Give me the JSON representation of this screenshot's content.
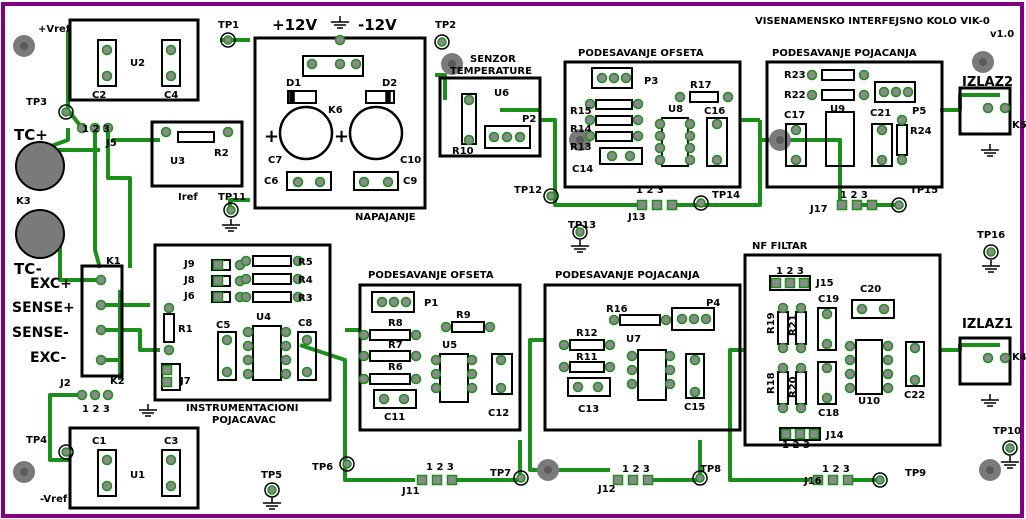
{
  "board": {
    "title": "VISENAMENSKO INTERFEJSNO KOLO VIK-0",
    "version": "v1.0",
    "colors": {
      "board": "#ffffff",
      "edge": "#800080",
      "trace": "#1a8f1a",
      "silk": "#000000",
      "pad": "#808080",
      "hole": "#555555"
    }
  },
  "blocks": {
    "napajanje": {
      "title": "NAPAJANJE",
      "plus": "+12V",
      "minus": "-12V"
    },
    "senzor": {
      "title1": "SENZOR",
      "title2": "TEMPERATURE"
    },
    "ofset_top": {
      "title": "PODESAVANJE OFSETA"
    },
    "pojacanje_top": {
      "title": "PODESAVANJE POJACANJA"
    },
    "instrumentacioni": {
      "title1": "INSTRUMENTACIONI",
      "title2": "POJACAVAC"
    },
    "ofset_bottom": {
      "title": "PODESAVANJE OFSETA"
    },
    "pojacanje_bottom": {
      "title": "PODESAVANJE POJACANJA"
    },
    "nf_filtar": {
      "title": "NF FILTAR"
    },
    "iref": {
      "title": "Iref"
    }
  },
  "terminals": {
    "vref_pos": "+Vref",
    "vref_neg": "-Vref",
    "tc_pos": "TC+",
    "tc_neg": "TC-",
    "exc_pos": "EXC+",
    "sense_pos": "SENSE+",
    "sense_neg": "SENSE-",
    "exc_neg": "EXC-",
    "izlaz1": "IZLAZ1",
    "izlaz2": "IZLAZ2"
  },
  "labels": {
    "tp1": "TP1",
    "tp2": "TP2",
    "tp3": "TP3",
    "tp4": "TP4",
    "tp5": "TP5",
    "tp6": "TP6",
    "tp7": "TP7",
    "tp8": "TP8",
    "tp9": "TP9",
    "tp10": "TP10",
    "tp11": "TP11",
    "tp12": "TP12",
    "tp13": "TP13",
    "tp14": "TP14",
    "tp15": "TP15",
    "tp16": "TP16",
    "j2": "J2",
    "j5": "J5",
    "j6": "J6",
    "j7": "J7",
    "j8": "J8",
    "j9": "J9",
    "j11": "J11",
    "j12": "J12",
    "j13": "J13",
    "j14": "J14",
    "j15": "J15",
    "j16": "J16",
    "j17": "J17",
    "k1": "K1",
    "k2": "K2",
    "k3": "K3",
    "k4": "K4",
    "k5": "K5",
    "k6": "K6",
    "c1": "C1",
    "c2": "C2",
    "c3": "C3",
    "c4": "C4",
    "c5": "C5",
    "c6": "C6",
    "c7": "C7",
    "c8": "C8",
    "c9": "C9",
    "c10": "C10",
    "c11": "C11",
    "c12": "C12",
    "c13": "C13",
    "c14": "C14",
    "c15": "C15",
    "c16": "C16",
    "c17": "C17",
    "c18": "C18",
    "c19": "C19",
    "c20": "C20",
    "c21": "C21",
    "c22": "C22",
    "d1": "D1",
    "d2": "D2",
    "u1": "U1",
    "u2": "U2",
    "u3": "U3",
    "u4": "U4",
    "u5": "U5",
    "u6": "U6",
    "u7": "U7",
    "u8": "U8",
    "u9": "U9",
    "u10": "U10",
    "r1": "R1",
    "r2": "R2",
    "r3": "R3",
    "r4": "R4",
    "r5": "R5",
    "r6": "R6",
    "r7": "R7",
    "r8": "R8",
    "r9": "R9",
    "r10": "R10",
    "r11": "R11",
    "r12": "R12",
    "r13": "R13",
    "r14": "R14",
    "r15": "R15",
    "r16": "R16",
    "r17": "R17",
    "r18": "R18",
    "r19": "R19",
    "r20": "R20",
    "r21": "R21",
    "r22": "R22",
    "r23": "R23",
    "r24": "R24",
    "p1": "P1",
    "p2": "P2",
    "p3": "P3",
    "p4": "P4",
    "p5": "P5",
    "pins": "1 2 3",
    "plus_sign": "+"
  }
}
